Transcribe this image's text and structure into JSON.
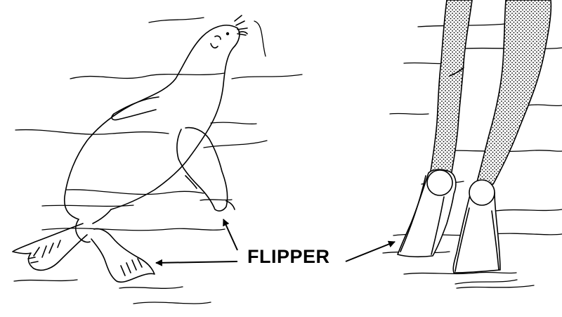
{
  "label": {
    "text": "FLIPPER"
  },
  "figures": {
    "left": "seal-swimming",
    "right": "diver-legs-with-fins"
  },
  "colors": {
    "ink": "#000000",
    "background": "#ffffff"
  }
}
